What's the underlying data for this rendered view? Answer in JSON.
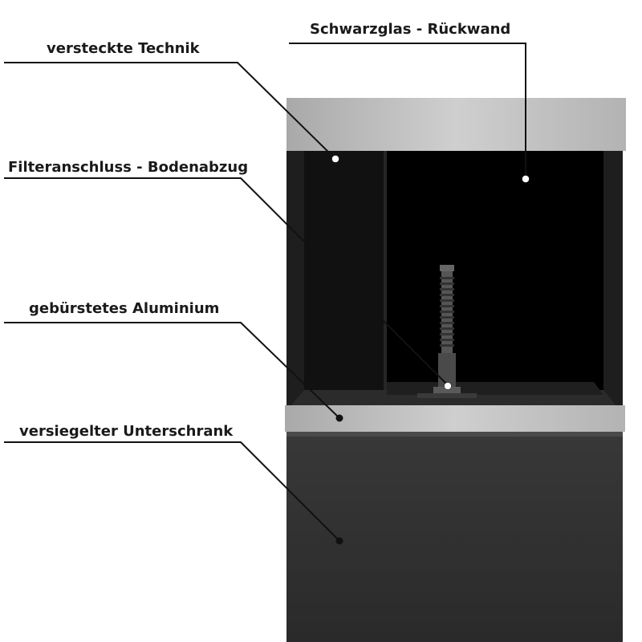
{
  "labels": {
    "hidden_technology": "versteckte Technik",
    "black_glass_back": "Schwarzglas - Rückwand",
    "filter_connection": "Filteranschluss - Bodenabzug",
    "brushed_aluminium": "gebürstetes Aluminium",
    "sealed_cabinet": "versiegelter Unterschrank"
  },
  "colors": {
    "leader_line": "#111111",
    "aluminium": "#bdbdbd",
    "glass": "#000000",
    "cabinet": "#2f2f2f",
    "marker_dot": "#ffffff"
  }
}
